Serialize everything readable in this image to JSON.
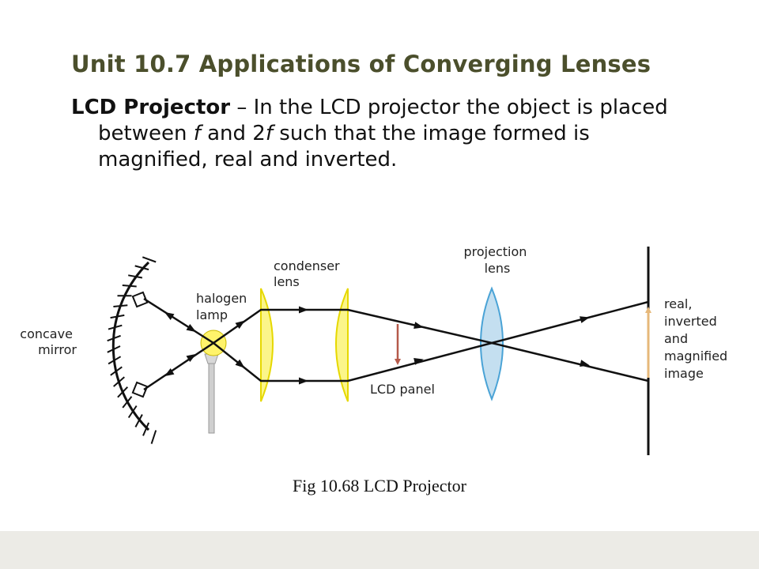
{
  "slide": {
    "title": "Unit 10.7  Applications of Converging Lenses",
    "body": {
      "term": "LCD Projector",
      "part1": " – In the LCD projector the object is placed between ",
      "f1": "f",
      "part2": " and 2",
      "f2": "f",
      "part3": " such that the image formed is magnified, real and inverted."
    },
    "caption": "Fig 10.68  LCD Projector"
  },
  "diagram": {
    "labels": {
      "concave_mirror": [
        "concave",
        "mirror"
      ],
      "halogen_lamp": [
        "halogen",
        "lamp"
      ],
      "condenser_lens": [
        "condenser",
        "lens"
      ],
      "projection_lens": [
        "projection",
        "lens"
      ],
      "lcd_panel": [
        "LCD panel"
      ],
      "image": [
        "real,",
        "inverted",
        "and",
        "magnified",
        "image"
      ]
    },
    "colors": {
      "ray": "#111111",
      "condenser_fill": "#fbf58a",
      "condenser_stroke": "#e6d800",
      "projection_fill": "#c4dff0",
      "projection_stroke": "#4aa3d6",
      "lcd_arrow": "#b55a4a",
      "image_arrow": "#e6b87a",
      "lamp_glow": "#fff36b",
      "lamp_stand": "#cfcfcf"
    }
  }
}
